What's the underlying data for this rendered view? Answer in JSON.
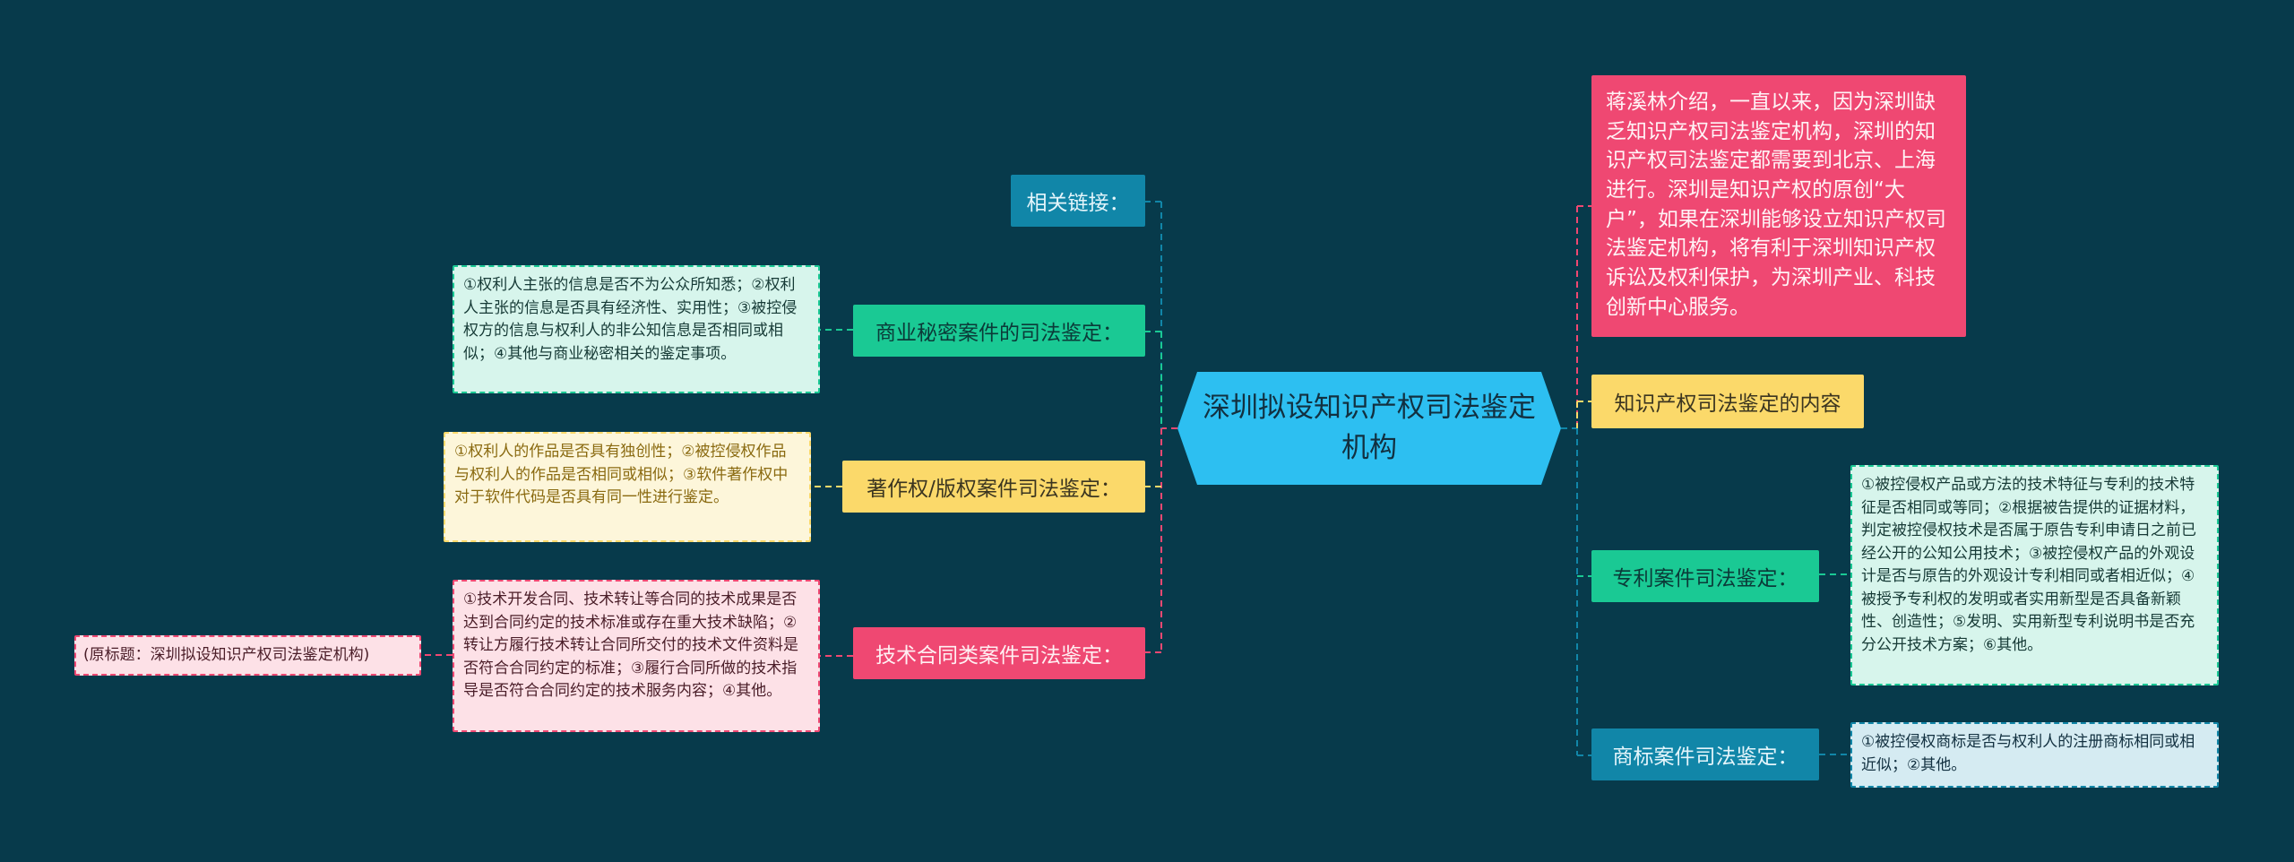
{
  "center": {
    "title": "深圳拟设知识产权司法鉴定机构"
  },
  "left": {
    "links": {
      "label": "相关链接："
    },
    "trade_secret": {
      "label": "商业秘密案件的司法鉴定：",
      "detail": "①权利人主张的信息是否不为公众所知悉；②权利人主张的信息是否具有经济性、实用性；③被控侵权方的信息与权利人的非公知信息是否相同或相似；④其他与商业秘密相关的鉴定事项。"
    },
    "copyright": {
      "label": "著作权/版权案件司法鉴定：",
      "detail": "①权利人的作品是否具有独创性；②被控侵权作品与权利人的作品是否相同或相似；③软件著作权中对于软件代码是否具有同一性进行鉴定。"
    },
    "tech_contract": {
      "label": "技术合同类案件司法鉴定：",
      "detail": "①技术开发合同、技术转让等合同的技术成果是否达到合同约定的技术标准或存在重大技术缺陷；②转让方履行技术转让合同所交付的技术文件资料是否符合合同约定的标准；③履行合同所做的技术指导是否符合合同约定的技术服务内容；④其他。",
      "original_title": "(原标题：深圳拟设知识产权司法鉴定机构)"
    }
  },
  "right": {
    "intro": {
      "text": "蒋溪林介绍，一直以来，因为深圳缺乏知识产权司法鉴定机构，深圳的知识产权司法鉴定都需要到北京、上海进行。深圳是知识产权的原创“大户”，如果在深圳能够设立知识产权司法鉴定机构，将有利于深圳知识产权诉讼及权利保护，为深圳产业、科技创新中心服务。"
    },
    "content": {
      "label": "知识产权司法鉴定的内容"
    },
    "patent": {
      "label": "专利案件司法鉴定：",
      "detail": "①被控侵权产品或方法的技术特征与专利的技术特征是否相同或等同；②根据被告提供的证据材料，判定被控侵权技术是否属于原告专利申请日之前已经公开的公知公用技术；③被控侵权产品的外观设计是否与原告的外观设计专利相同或者相近似；④被授予专利权的发明或者实用新型是否具备新颖性、创造性；⑤发明、实用新型专利说明书是否充分公开技术方案；⑥其他。"
    },
    "trademark": {
      "label": "商标案件司法鉴定：",
      "detail": "①被控侵权商标是否与权利人的注册商标相同或相近似；②其他。"
    }
  },
  "colors": {
    "background": "#073a4b",
    "center": "#2dbff1",
    "blue": "#1186a8",
    "green": "#1ac994",
    "yellow": "#fbd96a",
    "pink": "#ef4872",
    "teal_leaf": "#d7f5ec",
    "yellow_leaf": "#fdf6da",
    "pink_leaf": "#fde1e7",
    "blue_leaf": "#d5ebf2"
  }
}
